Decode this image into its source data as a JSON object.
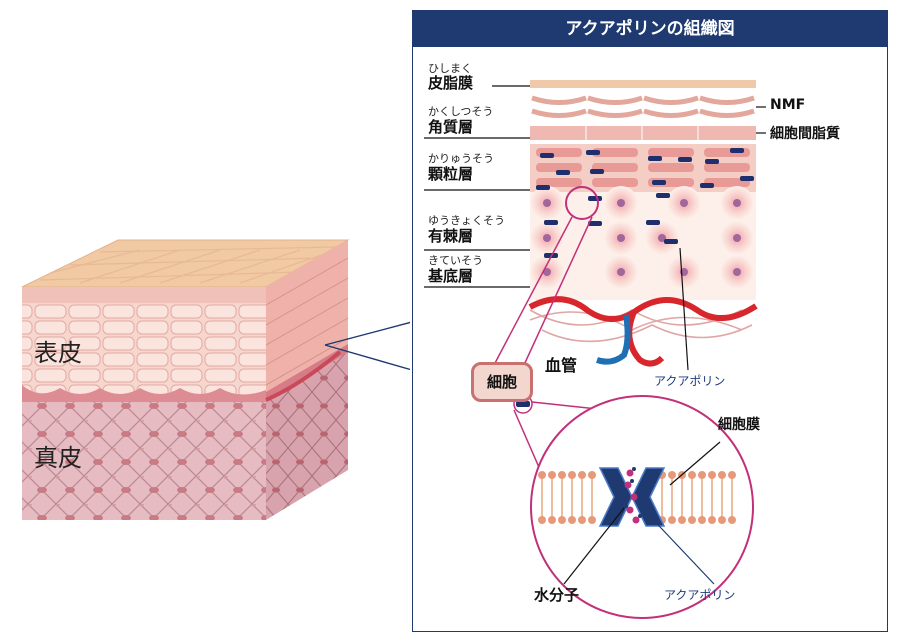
{
  "left_diagram": {
    "labels": [
      "表皮",
      "真皮"
    ]
  },
  "panel": {
    "title": "アクアポリンの組織図",
    "layers": [
      {
        "ruby": "ひしまく",
        "name": "皮脂膜"
      },
      {
        "ruby": "かくしつそう",
        "name": "角質層"
      },
      {
        "ruby": "かりゅうそう",
        "name": "顆粒層"
      },
      {
        "ruby": "ゆうきょくそう",
        "name": "有棘層"
      },
      {
        "ruby": "きていそう",
        "name": "基底層"
      }
    ],
    "right_labels": [
      "NMF",
      "細胞間脂質"
    ],
    "blood_vessel": "血管",
    "aquaporin": "アクアポリン",
    "cell": "細胞",
    "cell_membrane": "細胞膜",
    "water_molecule": "水分子",
    "aquaporin_bottom": "アクアポリン"
  },
  "colors": {
    "navy": "#1f3a70",
    "skin_top": "#f1c9a3",
    "epidermis": "#f2b8ae",
    "dermis": "#e3b7bd",
    "vessel_red": "#d8262d",
    "vessel_blue": "#1f6fb5",
    "magenta": "#c2307a"
  }
}
